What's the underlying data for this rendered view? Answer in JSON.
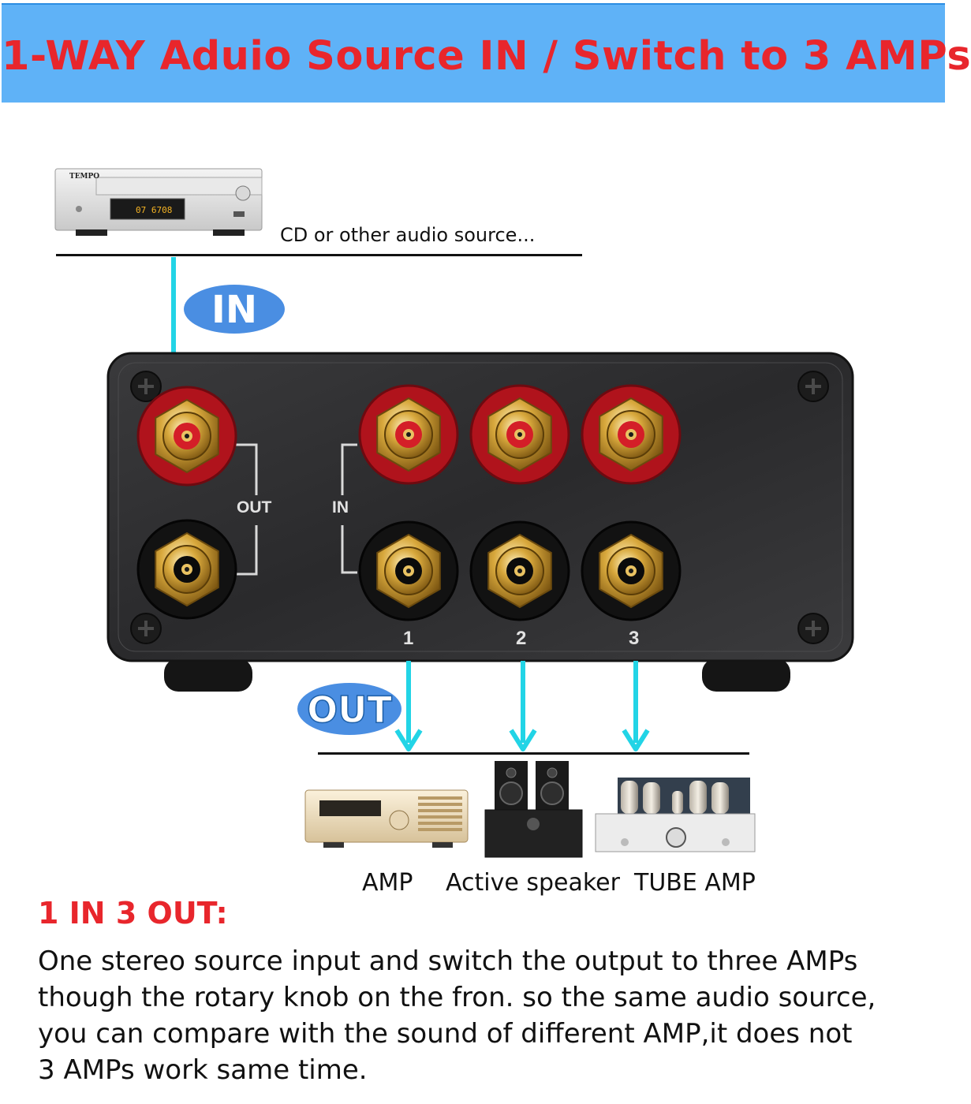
{
  "banner": {
    "title": "1-WAY Aduio Source IN / Switch to 3 AMPs"
  },
  "source": {
    "brand": "TEMPO",
    "display": "07 6708",
    "caption": "CD or other audio source..."
  },
  "badges": {
    "in": "IN",
    "out": "OUT"
  },
  "panel": {
    "out_label": "OUT",
    "in_label": "IN",
    "channel_numbers": [
      "1",
      "2",
      "3"
    ]
  },
  "devices": [
    {
      "label": "AMP"
    },
    {
      "label": "Active speaker"
    },
    {
      "label": "TUBE AMP"
    }
  ],
  "description": {
    "heading": "1 IN 3 OUT:",
    "lines": [
      "One stereo source input and switch the output to three AMPs",
      "though the rotary knob on the fron. so the same audio source,",
      "you can compare with the  sound of different AMP,it does not",
      "3 AMPs work same time."
    ]
  },
  "colors": {
    "banner": "#5fb2f7",
    "title": "#e8262c",
    "arrow": "#22d4e6",
    "badge": "#4a8ee2"
  }
}
